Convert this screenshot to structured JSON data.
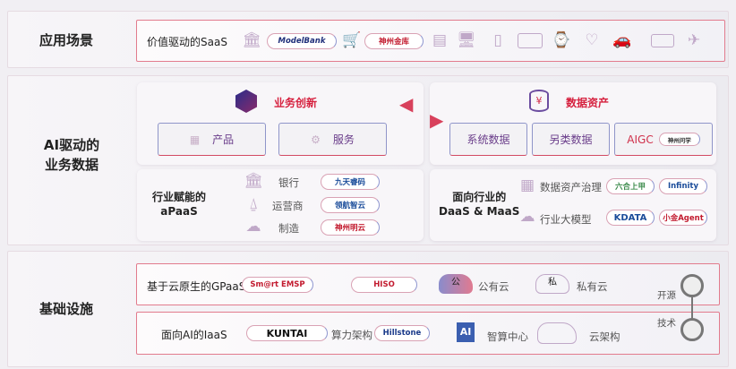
{
  "rows": {
    "app": {
      "label": "应用场景",
      "saas_title": "价值驱动的SaaS",
      "logos": [
        "ModelBank",
        "神州金库"
      ],
      "icons": [
        "bank-icon",
        "cart-icon",
        "data-report-icon",
        "monitor-chart-icon",
        "phone-icon",
        "tablet-icon",
        "watch-icon",
        "heart-rate-icon",
        "car-icon",
        "video-camera-icon",
        "airplane-icon"
      ]
    },
    "ai": {
      "label_line1": "AI驱动的",
      "label_line2": "业务数据",
      "innovation": {
        "title": "业务创新",
        "cards": [
          "产品",
          "服务"
        ]
      },
      "assets": {
        "title": "数据资产",
        "cards": [
          "系统数据",
          "另类数据",
          "AIGC"
        ],
        "aigc_logo": "神州问学"
      },
      "apaas": {
        "title_line1": "行业赋能的",
        "title_line2": "aPaaS",
        "items": [
          {
            "label": "银行",
            "logo": "九天睿码"
          },
          {
            "label": "运营商",
            "logo": "领航智云"
          },
          {
            "label": "制造",
            "logo": "神州明云"
          }
        ]
      },
      "daas": {
        "title_line1": "面向行业的",
        "title_line2": "DaaS & MaaS",
        "items": [
          {
            "label": "数据资产治理",
            "logos": [
              "六合上甲",
              "Infinity"
            ]
          },
          {
            "label": "行业大模型",
            "logos": [
              "KDATA",
              "小金Agent"
            ]
          }
        ]
      }
    },
    "infra": {
      "label": "基础设施",
      "gpaas": {
        "title": "基于云原生的GPaaS",
        "logos": [
          "Sm@rt EMSP",
          "HISO"
        ],
        "public_cloud_glyph": "公",
        "public_cloud": "公有云",
        "private_cloud_glyph": "私",
        "private_cloud": "私有云"
      },
      "iaas": {
        "title": "面向AI的IaaS",
        "logo1": "KUNTAI",
        "compute": "算力架构",
        "logo2": "Hillstone",
        "ai_glyph": "AI",
        "center": "智算中心",
        "cloud": "云架构"
      },
      "open_source": "开源",
      "tech": "技术"
    }
  }
}
